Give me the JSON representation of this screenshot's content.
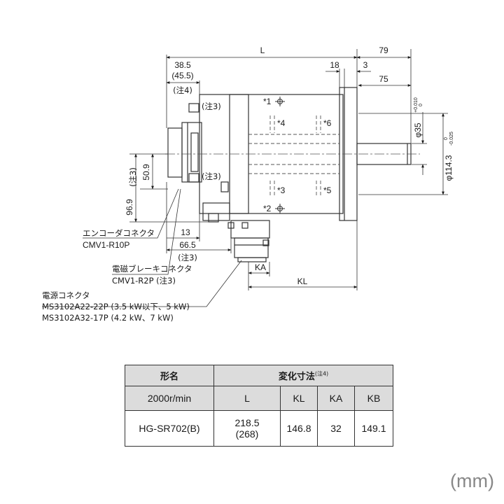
{
  "dims": {
    "L": "L",
    "d79": "79",
    "d385": "38.5",
    "d455": "(45.5)",
    "note4": "(注4)",
    "d18": "18",
    "d3": "3",
    "d75": "75",
    "phi35": "φ35",
    "phi35_tol_up": "+0.010",
    "phi35_tol_lo": "0",
    "phi1143": "φ114.3",
    "phi1143_tol_up": "0",
    "phi1143_tol_lo": "-0.025",
    "note3": "(注3)",
    "d509": "50.9",
    "d969": "96.9",
    "d13": "13",
    "d665": "66.5",
    "KA": "KA",
    "KL": "KL",
    "m1": "*1",
    "m2": "*2",
    "m3": "*3",
    "m4": "*4",
    "m5": "*5",
    "m6": "*6"
  },
  "callouts": {
    "encoder_name": "エンコーダコネクタ",
    "encoder_model": "CMV1-R10P",
    "brake_name": "電磁ブレーキコネクタ",
    "brake_model": "CMV1-R2P (注3)",
    "power_name": "電源コネクタ",
    "power_model_1": "MS3102A22-22P (3.5 kW以下、5 kW)",
    "power_model_2": "MS3102A32-17P (4.2 kW、7 kW)"
  },
  "table": {
    "header_model": "形名",
    "header_dims": "変化寸法",
    "header_note": "(注4)",
    "speed": "2000r/min",
    "col_L": "L",
    "col_KL": "KL",
    "col_KA": "KA",
    "col_KB": "KB",
    "row_model": "HG-SR702(B)",
    "row_L_1": "218.5",
    "row_L_2": "(268)",
    "row_KL": "146.8",
    "row_KA": "32",
    "row_KB": "149.1"
  },
  "unit": "(mm)"
}
